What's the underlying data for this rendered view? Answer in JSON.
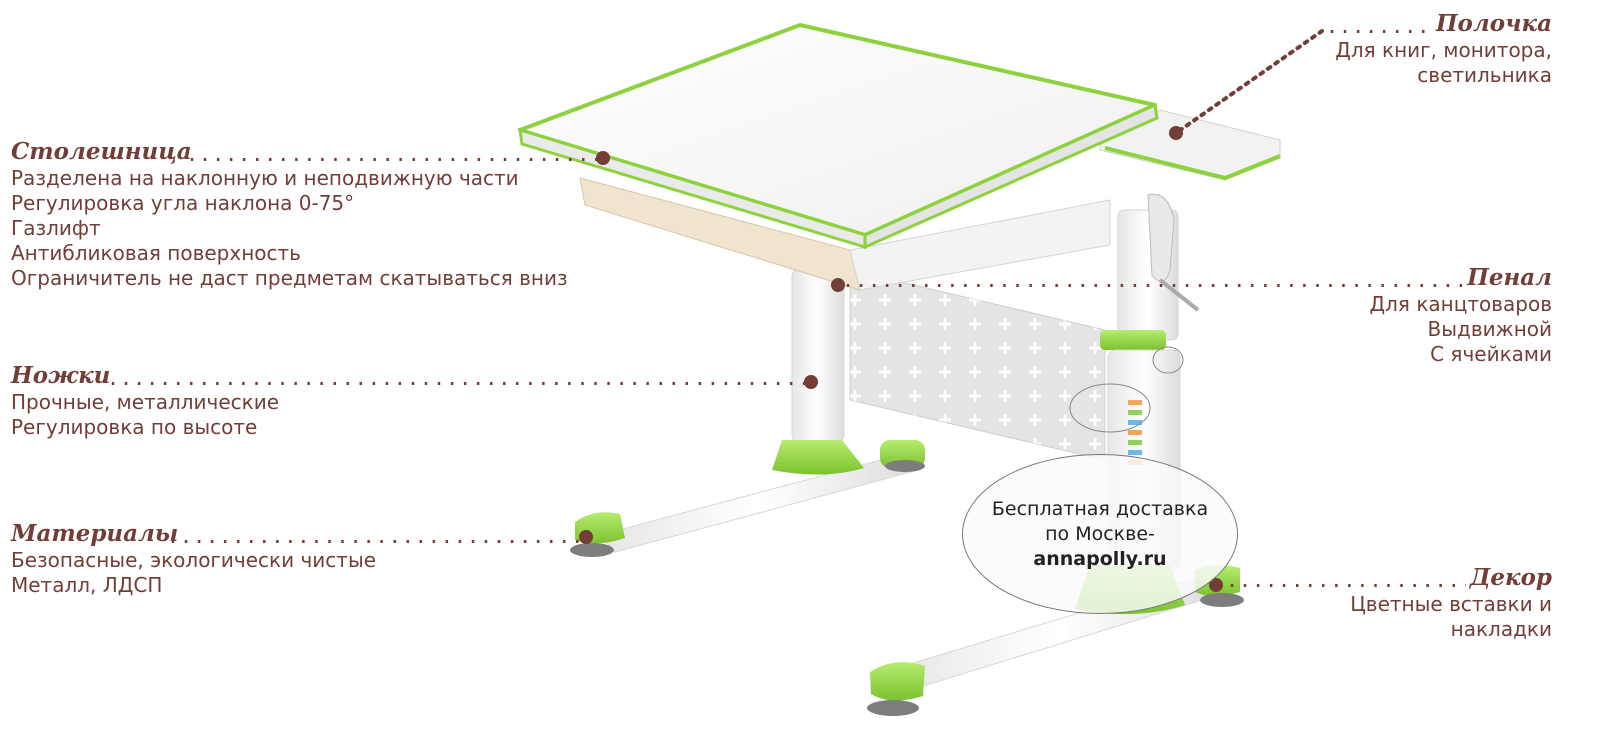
{
  "callouts": {
    "tabletop": {
      "title": "Столешница",
      "lines": [
        "Разделена на наклонную и неподвижную части",
        "Регулировка угла наклона 0-75°",
        "Газлифт",
        "Антибликовая поверхность",
        "Ограничитель не даст предметам скатываться вниз"
      ]
    },
    "legs": {
      "title": "Ножки",
      "lines": [
        "Прочные, металлические",
        "Регулировка по высоте"
      ]
    },
    "materials": {
      "title": "Материалы",
      "lines": [
        "Безопасные, экологически чистые",
        "Металл, ЛДСП"
      ]
    },
    "shelf": {
      "title": "Полочка",
      "lines": [
        "Для книг, монитора,",
        "светильника"
      ]
    },
    "pencil_case": {
      "title": "Пенал",
      "lines": [
        "Для канцтоваров",
        "Выдвижной",
        "С ячейками"
      ]
    },
    "decor": {
      "title": "Декор",
      "lines": [
        "Цветные вставки и",
        "накладки"
      ]
    }
  },
  "delivery": {
    "line1": "Бесплатная доставка",
    "line2": "по Москве-",
    "site": "annapolly.ru"
  },
  "colors": {
    "text": "#723e37",
    "dot": "#723e37",
    "accent_green": "#8cd23c",
    "frame_white": "#f4f4f4"
  }
}
